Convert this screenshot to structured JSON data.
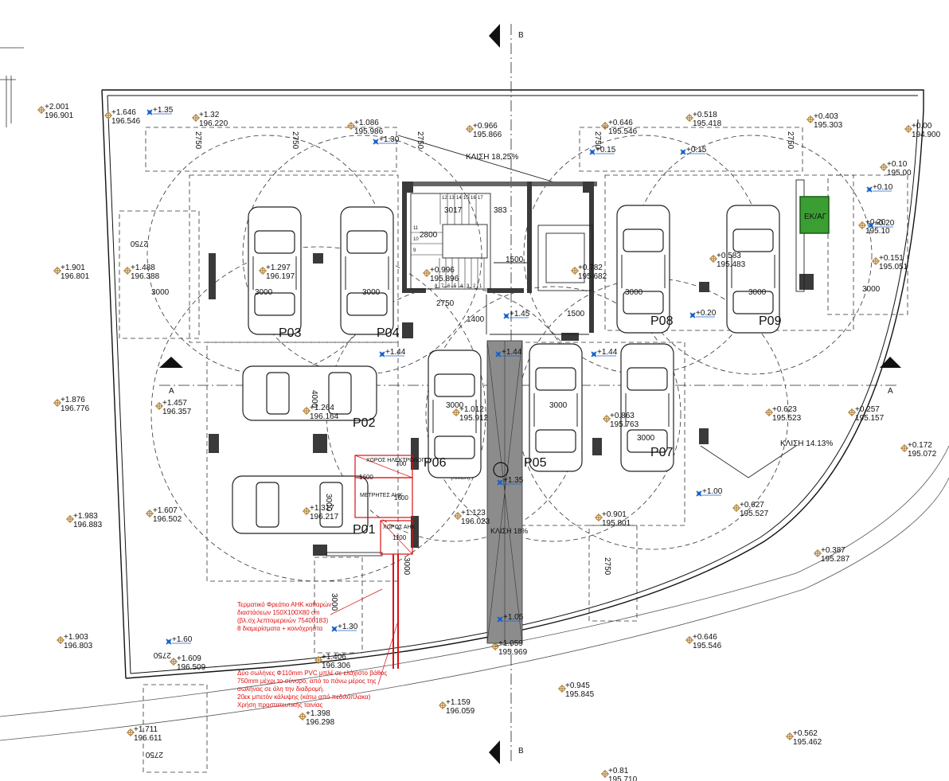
{
  "section_marks": {
    "a": "A",
    "b": "B"
  },
  "bays": [
    {
      "id": "P01",
      "label": "P01"
    },
    {
      "id": "P02",
      "label": "P02"
    },
    {
      "id": "P03",
      "label": "P03"
    },
    {
      "id": "P04",
      "label": "P04"
    },
    {
      "id": "P05",
      "label": "P05"
    },
    {
      "id": "P06",
      "label": "P06"
    },
    {
      "id": "P07",
      "label": "P07"
    },
    {
      "id": "P08",
      "label": "P08"
    },
    {
      "id": "P09",
      "label": "P09"
    }
  ],
  "slopes": {
    "top": "ΚΛΙΣΗ 18,25%",
    "right": "ΚΛΙΣΗ 14.13%",
    "ramp": "ΚΛΙΣΗ 18%"
  },
  "dimensions": {
    "d2750": "2750",
    "d3000": "3000",
    "d3017": "3017",
    "d383": "383",
    "d2800": "2800",
    "d1500": "1500",
    "d1400": "1400",
    "d700": "700",
    "d1600": "1600",
    "d1100": "1100",
    "d4000": "4000"
  },
  "rooms": {
    "ekag": "ΕΚ/ΑΓ",
    "electric_room": "ΧΩΡΟΣ ΗΛΕΚΤΡΟΛΟΓΟΥ",
    "meters": "ΜΕΤΡΗΤΕΣ ΑΗΚ",
    "ahk_room": "ΧΩΡΟΣ ΑΗΚ",
    "ramp_note": "(ΑΜΕΑ)"
  },
  "notes": {
    "manhole": [
      "Τερματικό Φρεάτιο ΑΗΚ καθαρών",
      "διαστάσεων 150X100X80 cm",
      "(βλ.σχ.λεπτομερειών 75400183)",
      "8 διαμερίσματα + κοινόχρηστα"
    ],
    "pipes": [
      "Δύο σωλήνες Φ110mm PVC μπλέ σε ελάχιστο βάθος",
      "750mm μέχρι το σύνορο, από το πάνω μέρος της",
      "σωλήνας σε όλη την διαδρομή.",
      "20εκ μπετόν κάλυψης (κάτω από πεδιλόπλακα)",
      "Χρήση προστατευτικής ταινίας"
    ]
  },
  "spot_levels": [
    {
      "rel": "+2.001",
      "abs": "196.901"
    },
    {
      "rel": "+1.646",
      "abs": "196.546"
    },
    {
      "rel": "+1.32",
      "abs": "196.220"
    },
    {
      "rel": "+1.086",
      "abs": "195.986"
    },
    {
      "rel": "+0.966",
      "abs": "195.866"
    },
    {
      "rel": "+0.646",
      "abs": "195.546"
    },
    {
      "rel": "+0.518",
      "abs": "195.418"
    },
    {
      "rel": "+0.403",
      "abs": "195.303"
    },
    {
      "rel": "+0.00",
      "abs": "194.900"
    },
    {
      "rel": "+0.10",
      "abs": "195.00"
    },
    {
      "rel": "+0.20",
      "abs": "195.10"
    },
    {
      "rel": "+0.151",
      "abs": "195.051"
    },
    {
      "rel": "+1.901",
      "abs": "196.801"
    },
    {
      "rel": "+1.488",
      "abs": "196.388"
    },
    {
      "rel": "+1.297",
      "abs": "196.197"
    },
    {
      "rel": "+0.996",
      "abs": "195.896"
    },
    {
      "rel": "+0.782",
      "abs": "195.682"
    },
    {
      "rel": "+0.583",
      "abs": "195.483"
    },
    {
      "rel": "+1.876",
      "abs": "196.776"
    },
    {
      "rel": "+1.457",
      "abs": "196.357"
    },
    {
      "rel": "+1.264",
      "abs": "196.164"
    },
    {
      "rel": "+1.012",
      "abs": "195.912"
    },
    {
      "rel": "+0.863",
      "abs": "195.763"
    },
    {
      "rel": "+0.623",
      "abs": "195.523"
    },
    {
      "rel": "+0.257",
      "abs": "195.157"
    },
    {
      "rel": "+0.172",
      "abs": "195.072"
    },
    {
      "rel": "+1.983",
      "abs": "196.883"
    },
    {
      "rel": "+1.607",
      "abs": "196.502"
    },
    {
      "rel": "+1.317",
      "abs": "196.217"
    },
    {
      "rel": "+1.123",
      "abs": "196.023"
    },
    {
      "rel": "+0.901",
      "abs": "195.801"
    },
    {
      "rel": "+0.627",
      "abs": "195.527"
    },
    {
      "rel": "+0.387",
      "abs": "195.287"
    },
    {
      "rel": "+1.903",
      "abs": "196.803"
    },
    {
      "rel": "+1.609",
      "abs": "196.509"
    },
    {
      "rel": "+1.406",
      "abs": "196.306"
    },
    {
      "rel": "+1.059",
      "abs": "195.969"
    },
    {
      "rel": "+0.646",
      "abs": "195.546"
    },
    {
      "rel": "+0.945",
      "abs": "195.845"
    },
    {
      "rel": "+1.159",
      "abs": "196.059"
    },
    {
      "rel": "+1.398",
      "abs": "196.298"
    },
    {
      "rel": "+1.711",
      "abs": "196.611"
    },
    {
      "rel": "+0.562",
      "abs": "195.462"
    },
    {
      "rel": "+0.81",
      "abs": "195.710"
    }
  ],
  "design_levels": [
    "+1.35",
    "+1.30",
    "+0.15",
    "+0.15",
    "+0.10",
    "+0.20",
    "+1.45",
    "+1.44",
    "+1.44",
    "+1.44",
    "+0.20",
    "+1.35",
    "+1.00",
    "+1.05",
    "+1.60",
    "+1.30"
  ],
  "stair_numbers": [
    "1",
    "2",
    "3",
    "4",
    "5",
    "6",
    "7",
    "8",
    "9",
    "10",
    "11",
    "12",
    "13",
    "14",
    "15",
    "16",
    "17"
  ]
}
